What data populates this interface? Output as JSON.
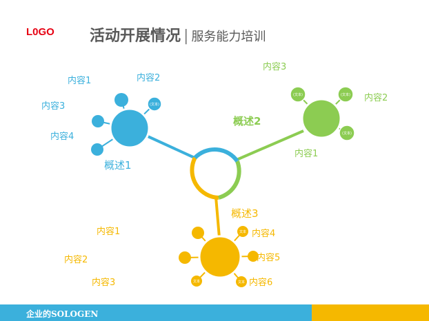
{
  "header": {
    "logo": "L0GO",
    "title": "活动开展情况",
    "separator": "|",
    "subtitle": "服务能力培训"
  },
  "colors": {
    "blue": "#3bb0dc",
    "green": "#8ccc52",
    "yellow": "#f5b800",
    "logo_red": "#e60012"
  },
  "diagram": {
    "overview1": "概述1",
    "overview2": "概述2",
    "overview3": "概述3",
    "blue_items": [
      "内容1",
      "内容2",
      "内容3",
      "内容4"
    ],
    "green_items": [
      "内容3",
      "内容2",
      "内容1"
    ],
    "yellow_items_left": [
      "内容1",
      "内容2",
      "内容3"
    ],
    "yellow_items_right": [
      "内容4",
      "内容5",
      "内容6"
    ],
    "node_tag": "(文本)",
    "node_tag_small": "文本"
  },
  "footer": {
    "text": "企业的SOLOGEN"
  }
}
